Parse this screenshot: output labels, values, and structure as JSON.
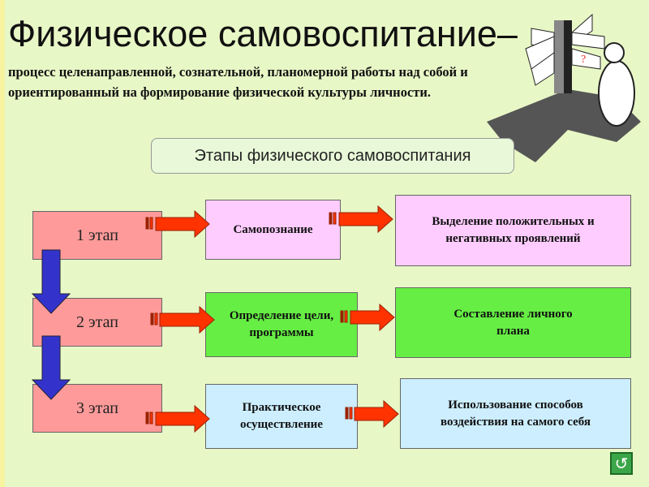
{
  "title": "Физическое самовоспитание–",
  "definition": "процесс целенаправленной, сознательной, планомерной работы над собой и ориентированный на формирование физической культуры личности.",
  "stages_header": "Этапы физического самовоспитания",
  "rows": [
    {
      "stage": "1 этап",
      "action": "Самопознание",
      "result": "Выделение положительных и негативных проявлений"
    },
    {
      "stage": "2 этап",
      "action": "Определение цели, программы",
      "result": "Составление личного плана"
    },
    {
      "stage": "3 этап",
      "action": "Практическое осуществление",
      "result": "Использование способов воздействия на самого себя"
    }
  ],
  "colors": {
    "stage": "#ff9a9a",
    "row1": "#ffccff",
    "row2": "#66ee44",
    "row3": "#cceeff",
    "arrow": "#ff3300",
    "down_arrow": "#3333cc"
  },
  "home_icon": "home-return-icon"
}
